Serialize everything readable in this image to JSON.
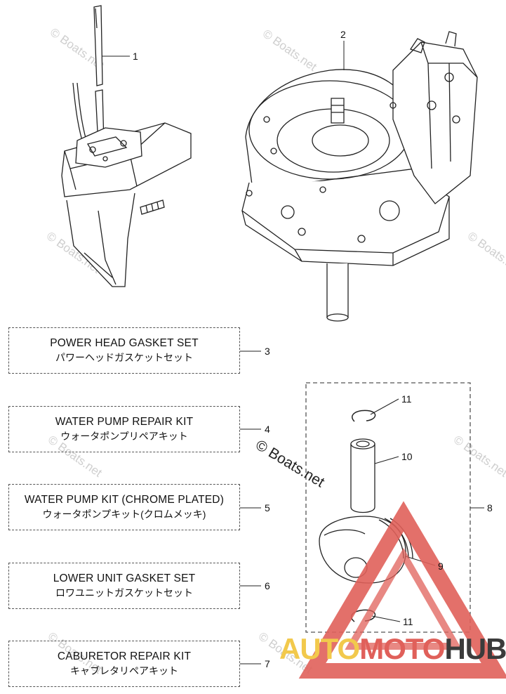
{
  "diagram": {
    "callouts": {
      "c1": "1",
      "c2": "2",
      "c3": "3",
      "c4": "4",
      "c5": "5",
      "c6": "6",
      "c7": "7",
      "c8": "8",
      "c9": "9",
      "c10": "10",
      "c11a": "11",
      "c11b": "11"
    },
    "kits": [
      {
        "en": "POWER HEAD GASKET SET",
        "jp": "パワーヘッドガスケットセット"
      },
      {
        "en": "WATER PUMP REPAIR KIT",
        "jp": "ウォータポンプリペアキット"
      },
      {
        "en": "WATER PUMP KIT (CHROME PLATED)",
        "jp": "ウォータポンプキット(クロムメッキ)"
      },
      {
        "en": "LOWER UNIT GASKET SET",
        "jp": "ロワユニットガスケットセット"
      },
      {
        "en": "CABURETOR REPAIR KIT",
        "jp": "キャブレタリペアキット"
      }
    ]
  },
  "watermark": {
    "main": "© Boats.net",
    "faint": "© Boats.net"
  },
  "brand": {
    "part1": "AUTO",
    "part2": "MOTO",
    "part3": "HUB",
    "colors": {
      "yellow": "#f2c94c",
      "red": "#e0605a",
      "dark": "#3b3b3b"
    }
  }
}
